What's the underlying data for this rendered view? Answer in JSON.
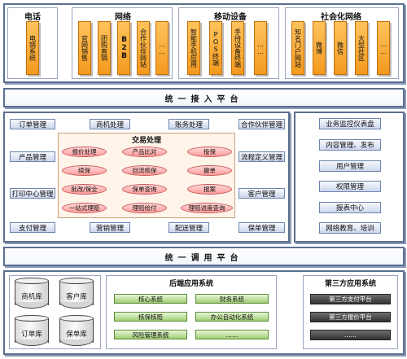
{
  "top": {
    "phone": {
      "title": "电话",
      "items": [
        "电销系统"
      ]
    },
    "network": {
      "title": "网络",
      "items": [
        "官网销售",
        "团购直销",
        "B2B",
        "合作伙伴网站",
        "……"
      ]
    },
    "mobile": {
      "title": "移动设备",
      "items": [
        "智能手机应用",
        "POS终端",
        "手持设备终端",
        "……"
      ]
    },
    "social": {
      "title": "社会化网络",
      "items": [
        "知名门户网站",
        "微博",
        "微信",
        "大型社区",
        "……"
      ]
    }
  },
  "access_bar": "统一接入平台",
  "business": {
    "left_col": [
      "订单管理",
      "产品管理",
      "打印中心管理",
      "支付管理"
    ],
    "top_row": [
      "商机处理",
      "账务处理"
    ],
    "right_col": [
      "合作伙伴管理",
      "流程定义管理",
      "客户管理",
      "保单管理"
    ],
    "bottom_row": [
      "营销管理",
      "配送管理"
    ],
    "transaction": {
      "title": "交易处理",
      "items": [
        "报价处理",
        "产品比对",
        "投保",
        "续保",
        "回流核保",
        "撤单",
        "批改/保全",
        "保单查询",
        "报案",
        "一站式理赔",
        "理赔给付",
        "理赔进度查询"
      ]
    }
  },
  "right_panel": {
    "items": [
      "业务监控仪表盘",
      "内容管理、发布",
      "用户管理",
      "权限管理",
      "报表中心",
      "网络教育、培训"
    ]
  },
  "dispatch_bar": "统一调用平台",
  "databases": [
    "商机库",
    "客户库",
    "订单库",
    "保单库"
  ],
  "backend": {
    "title": "后端应用系统",
    "items": [
      "核心系统",
      "财务系统",
      "核保核赔",
      "办公自动化系统",
      "风险管理系统",
      "……"
    ]
  },
  "third_party": {
    "title": "第三方应用系统",
    "items": [
      "第三方支付平台",
      "第三方报价平台",
      "……"
    ]
  }
}
